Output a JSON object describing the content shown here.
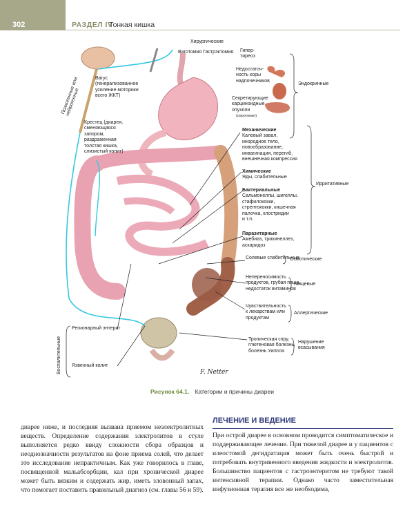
{
  "header": {
    "page_number": "302",
    "section": "РАЗДЕЛ IV",
    "section_title": "Тонкая кишка"
  },
  "figure": {
    "signature": "F. Netter",
    "labels": {
      "surgical": "Хирургические",
      "vagotomy": "Ваготомия Гастрэктомия",
      "hyperthyroid": "Гипер-\nтиреоз",
      "adrenal": "Недостаточ-\nность коры\nнадпочечников",
      "endocrine": "Эндокринные",
      "carcinoid": "Секретирующие\nкарциноидные\nопухоли",
      "serotonin": "(серотонин)",
      "vagus": "Вагус\n(генерализованное\nусиление моторики\nвсего ЖКТ)",
      "psych": "Психогенные или\nнейрогенные",
      "sacrum": "Крестец (диарея,\nсменяющаяся\nзапором,\nраздраженная\nтолстая кишка,\nслизистый колит)",
      "mechanical_head": "Механические",
      "mechanical_body": "Каловый завал,\nинородное тело,\nновообразование,\nинвагинация, перегиб,\nвнешнечная компрессия",
      "chemical_head": "Химические",
      "chemical_body": "Яды, слабительные",
      "bacterial_head": "Бактериальные",
      "bacterial_body": "Сальмонеллы, шигеллы,\nстафилококки,\nстрептококки, кишечная\nпалочка, клостридии\nи т.п.",
      "irritative": "Ирритативные",
      "parasitic_head": "Паразитарные",
      "parasitic_body": "Амебиаз, трихинеллез,\nаскаридоз",
      "saline": "Солевые слабительные",
      "osmotic": "Осмотические",
      "intolerance": "Непереносимость\nпродуктов, грубая пища,\nнедостаток витаминов",
      "food": "Пищевые",
      "sensitivity": "Чувствительность\nк лекарствам или\nпродуктам",
      "allergic": "Аллергические",
      "regional": "Регионарный энтерит",
      "inflammatory": "Воспалительные",
      "ulcerative": "Язвенный колит",
      "sprue": "Тропическая спру,\nглютеновая болезнь,\nболезнь Уиппла",
      "malabsorption": "Нарушение\nвсасывания"
    }
  },
  "caption": {
    "number": "Рисунок 64.1.",
    "text": "Категории и причины диареи"
  },
  "left_column": "диарее ниже, и последняя вызвана приемом неэлектролитных веществ. Определение содержания электролитов в стуле выполняется редко ввиду сложности сбора образцов и неоднозначности результатов на фоне приема солей, что делает это исследование непрактичным. Как уже говорилось в главе, посвященной мальабсорбции, кал при хронической диарее может быть вязким и содержать жир, иметь зловонный запах, что помогает поставить правильный диагноз (см. главы 56 и 59).",
  "right_column": {
    "heading": "ЛЕЧЕНИЕ И ВЕДЕНИЕ",
    "text": "При острой диарее в основном проводится симптоматическое и поддерживающее лечение. При тяжелой диарее и у пациентов с илеостомой дегидратация может быть очень быстрой и потребовать внутривенного введения жидкости и электролитов. Большинство пациентов с гастроэнтеритом не требуют такой интенсивной терапии. Однако часто заместительная инфузионная терапия все же необходима,"
  },
  "colors": {
    "header_box": "#a7a88a",
    "accent_blue": "#2f3a7a",
    "caption_green": "#6f8a3a",
    "intestine_pink": "#e9a3b4",
    "nerve_cyan": "#33c9e0"
  }
}
